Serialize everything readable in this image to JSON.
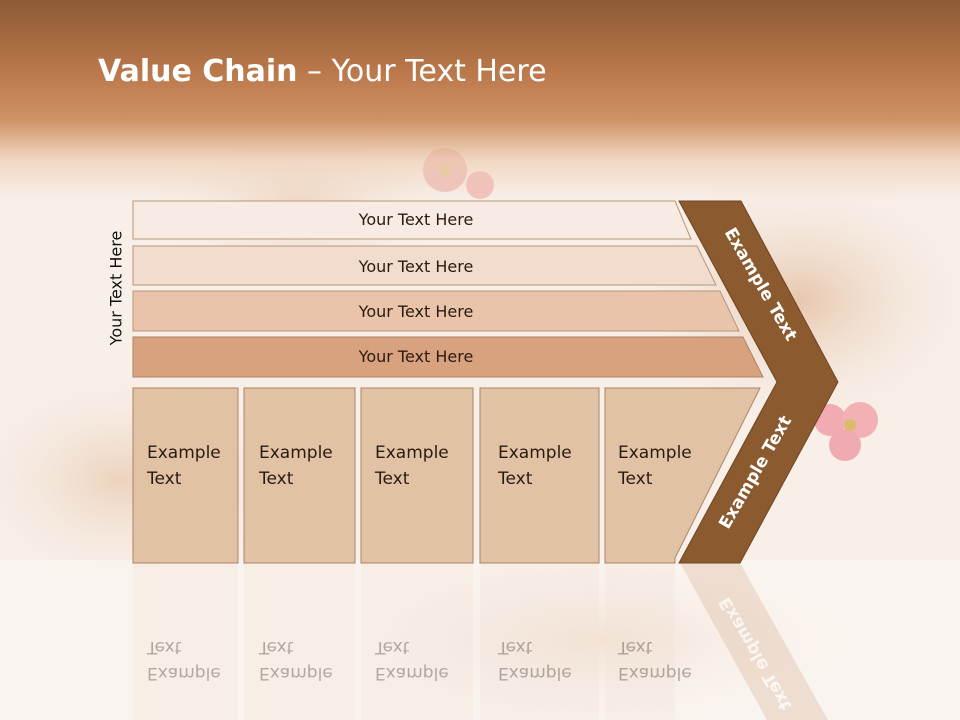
{
  "slide": {
    "title_bold": "Value Chain",
    "title_rest": " – Your Text Here",
    "vertical_label": "Your Text Here"
  },
  "bars": [
    {
      "label": "Your Text Here",
      "color": "#f7ebe3"
    },
    {
      "label": "Your Text Here",
      "color": "#f1dccd"
    },
    {
      "label": "Your Text Here",
      "color": "#e9c4ab"
    },
    {
      "label": "Your Text Here",
      "color": "#d9a27f"
    }
  ],
  "boxes": [
    {
      "line1": "Example",
      "line2": "Text"
    },
    {
      "line1": "Example",
      "line2": "Text"
    },
    {
      "line1": "Example",
      "line2": "Text"
    },
    {
      "line1": "Example",
      "line2": "Text"
    },
    {
      "line1": "Example",
      "line2": "Text"
    }
  ],
  "chevron": {
    "upper_label": "Example Text",
    "lower_label": "Example Text",
    "color": "#8b5a2e"
  },
  "colors": {
    "box_fill": "#e2c2a4",
    "box_stroke": "#a98465"
  }
}
